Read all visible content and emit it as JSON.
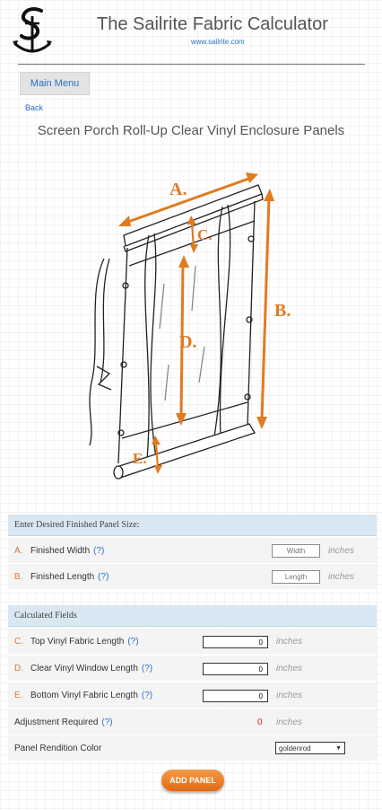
{
  "header": {
    "title": "The Sailrite Fabric Calculator",
    "url": "www.sailrite.com",
    "logo_icon": "sailrite-anchor-logo-icon"
  },
  "nav": {
    "main_menu": "Main Menu",
    "back": "Back"
  },
  "page_title": "Screen Porch Roll-Up Clear Vinyl Enclosure Panels",
  "diagram": {
    "labels": {
      "a": "A.",
      "b": "B.",
      "c": "C.",
      "d": "D.",
      "e": "E."
    },
    "accent_color": "#e07b1f"
  },
  "desired_section": {
    "title": "Enter Desired Finished Panel Size:",
    "rows": [
      {
        "letter": "A.",
        "label": "Finished Width",
        "help": "(?)",
        "placeholder": "Width",
        "unit": "inches"
      },
      {
        "letter": "B.",
        "label": "Finished Length",
        "help": "(?)",
        "placeholder": "Length",
        "unit": "inches"
      }
    ]
  },
  "calculated_section": {
    "title": "Calculated Fields",
    "rows": [
      {
        "letter": "C.",
        "label": "Top Vinyl Fabric Length",
        "help": "(?)",
        "value": "0",
        "unit": "inches"
      },
      {
        "letter": "D.",
        "label": "Clear Vinyl Window Length",
        "help": "(?)",
        "value": "0",
        "unit": "inches"
      },
      {
        "letter": "E.",
        "label": "Bottom Vinyl Fabric Length",
        "help": "(?)",
        "value": "0",
        "unit": "inches"
      }
    ],
    "adjustment": {
      "label": "Adjustment Required",
      "help": "(?)",
      "value": "0",
      "unit": "inches"
    },
    "color": {
      "label": "Panel Rendition Color",
      "selected": "goldenrod"
    }
  },
  "add_panel_label": "ADD PANEL",
  "colors": {
    "link": "#2a6fc9",
    "accent": "#d9772b",
    "section_bg": "#d8e7f1",
    "alert": "#e02020"
  }
}
